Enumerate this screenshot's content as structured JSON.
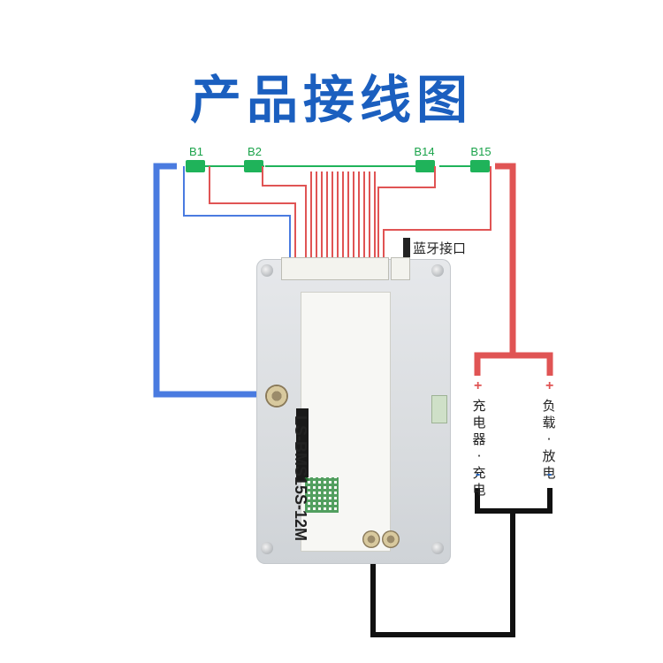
{
  "title": "产品接线图",
  "cells": [
    "B1",
    "B2",
    "B14",
    "B15"
  ],
  "bluetooth_label": "蓝牙接口",
  "board_model": "LS-BMS15S-12M",
  "left_terminal": "充电器·充电",
  "right_terminal": "负载·放电",
  "plus_sign": "+",
  "minus_sign": "-",
  "colors": {
    "title": "#1b5fbf",
    "balance_wire": "#e05454",
    "cell_link": "#1fb35a",
    "b_minus_wire": "#4a7be0",
    "load_positive": "#e05454",
    "load_negative": "#111111"
  }
}
